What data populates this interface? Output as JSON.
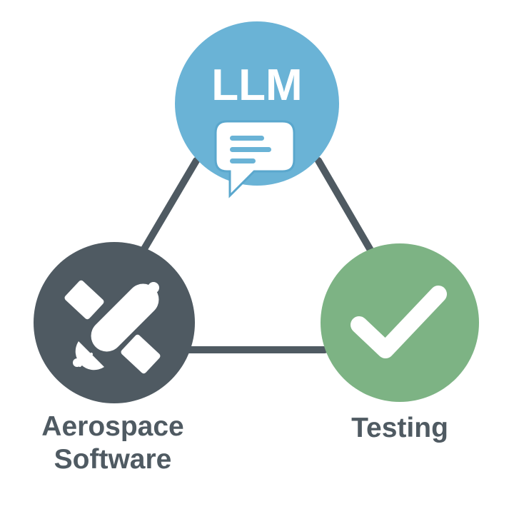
{
  "diagram": {
    "nodes": {
      "llm": {
        "label": "LLM",
        "color": "#6ab3d6",
        "icon": "chat-bubble-icon"
      },
      "aerospace": {
        "label_line1": "Aerospace",
        "label_line2": "Software",
        "color": "#4f5a62",
        "icon": "satellite-icon"
      },
      "testing": {
        "label": "Testing",
        "color": "#7db384",
        "icon": "checkmark-icon"
      }
    },
    "edge_color": "#4f5a62",
    "label_color": "#4f5a62"
  }
}
